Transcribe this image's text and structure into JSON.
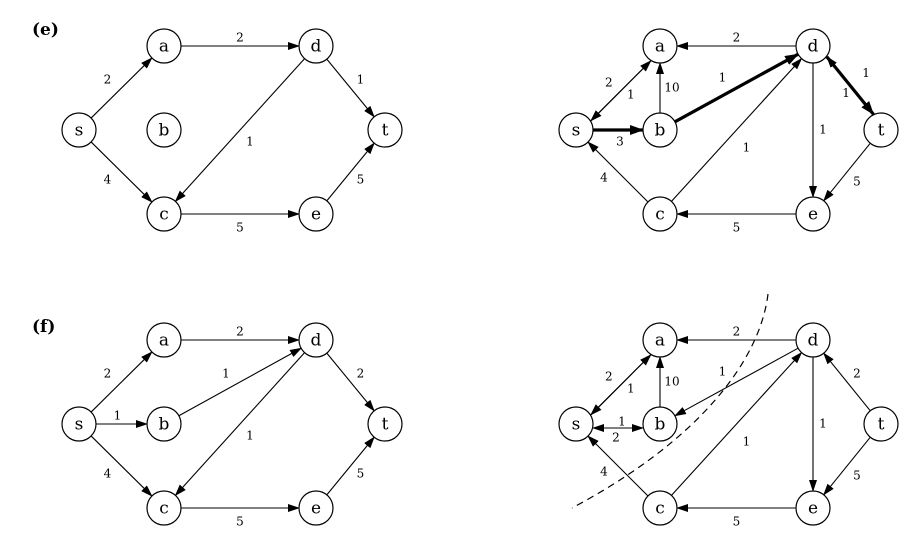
{
  "labels": {
    "e": "(e)",
    "f": "(f)"
  },
  "diagrams": [
    {
      "id": "e-flow",
      "nodes": [
        {
          "id": "s",
          "label": "s"
        },
        {
          "id": "a",
          "label": "a"
        },
        {
          "id": "b",
          "label": "b"
        },
        {
          "id": "c",
          "label": "c"
        },
        {
          "id": "d",
          "label": "d"
        },
        {
          "id": "e",
          "label": "e"
        },
        {
          "id": "t",
          "label": "t"
        }
      ],
      "edges": [
        {
          "from": "s",
          "to": "a",
          "label": "2"
        },
        {
          "from": "s",
          "to": "c",
          "label": "4"
        },
        {
          "from": "a",
          "to": "d",
          "label": "2"
        },
        {
          "from": "d",
          "to": "c",
          "label": "1"
        },
        {
          "from": "d",
          "to": "t",
          "label": "1"
        },
        {
          "from": "c",
          "to": "e",
          "label": "5"
        },
        {
          "from": "e",
          "to": "t",
          "label": "5"
        }
      ]
    },
    {
      "id": "e-residual",
      "nodes": [
        {
          "id": "s",
          "label": "s"
        },
        {
          "id": "a",
          "label": "a"
        },
        {
          "id": "b",
          "label": "b"
        },
        {
          "id": "c",
          "label": "c"
        },
        {
          "id": "d",
          "label": "d"
        },
        {
          "id": "e",
          "label": "e"
        },
        {
          "id": "t",
          "label": "t"
        }
      ],
      "edges": [
        {
          "from": "a",
          "to": "s",
          "label": "2"
        },
        {
          "from": "s",
          "to": "a",
          "label": "1"
        },
        {
          "from": "s",
          "to": "b",
          "label": "3",
          "bold": true
        },
        {
          "from": "b",
          "to": "a",
          "label": "10"
        },
        {
          "from": "b",
          "to": "d",
          "label": "1",
          "bold": true
        },
        {
          "from": "d",
          "to": "a",
          "label": "2"
        },
        {
          "from": "c",
          "to": "s",
          "label": "4"
        },
        {
          "from": "c",
          "to": "d",
          "label": "1"
        },
        {
          "from": "d",
          "to": "t",
          "label": "1",
          "bold": true
        },
        {
          "from": "t",
          "to": "d",
          "label": "1"
        },
        {
          "from": "d",
          "to": "e",
          "label": "1"
        },
        {
          "from": "t",
          "to": "e",
          "label": "5"
        },
        {
          "from": "e",
          "to": "c",
          "label": "5"
        }
      ]
    },
    {
      "id": "f-flow",
      "nodes": [
        {
          "id": "s",
          "label": "s"
        },
        {
          "id": "a",
          "label": "a"
        },
        {
          "id": "b",
          "label": "b"
        },
        {
          "id": "c",
          "label": "c"
        },
        {
          "id": "d",
          "label": "d"
        },
        {
          "id": "e",
          "label": "e"
        },
        {
          "id": "t",
          "label": "t"
        }
      ],
      "edges": [
        {
          "from": "s",
          "to": "a",
          "label": "2"
        },
        {
          "from": "s",
          "to": "b",
          "label": "1"
        },
        {
          "from": "s",
          "to": "c",
          "label": "4"
        },
        {
          "from": "a",
          "to": "d",
          "label": "2"
        },
        {
          "from": "b",
          "to": "d",
          "label": "1"
        },
        {
          "from": "d",
          "to": "c",
          "label": "1"
        },
        {
          "from": "d",
          "to": "t",
          "label": "2"
        },
        {
          "from": "c",
          "to": "e",
          "label": "5"
        },
        {
          "from": "e",
          "to": "t",
          "label": "5"
        }
      ]
    },
    {
      "id": "f-residual",
      "nodes": [
        {
          "id": "s",
          "label": "s"
        },
        {
          "id": "a",
          "label": "a"
        },
        {
          "id": "b",
          "label": "b"
        },
        {
          "id": "c",
          "label": "c"
        },
        {
          "id": "d",
          "label": "d"
        },
        {
          "id": "e",
          "label": "e"
        },
        {
          "id": "t",
          "label": "t"
        }
      ],
      "edges": [
        {
          "from": "a",
          "to": "s",
          "label": "2"
        },
        {
          "from": "s",
          "to": "a",
          "label": "1"
        },
        {
          "from": "b",
          "to": "s",
          "label": "1"
        },
        {
          "from": "s",
          "to": "b",
          "label": "2"
        },
        {
          "from": "b",
          "to": "a",
          "label": "10"
        },
        {
          "from": "d",
          "to": "a",
          "label": "2"
        },
        {
          "from": "d",
          "to": "b",
          "label": "1"
        },
        {
          "from": "c",
          "to": "s",
          "label": "4"
        },
        {
          "from": "c",
          "to": "d",
          "label": "1"
        },
        {
          "from": "t",
          "to": "d",
          "label": "2"
        },
        {
          "from": "d",
          "to": "e",
          "label": "1"
        },
        {
          "from": "t",
          "to": "e",
          "label": "5"
        },
        {
          "from": "e",
          "to": "c",
          "label": "5"
        }
      ],
      "cut": true
    }
  ]
}
